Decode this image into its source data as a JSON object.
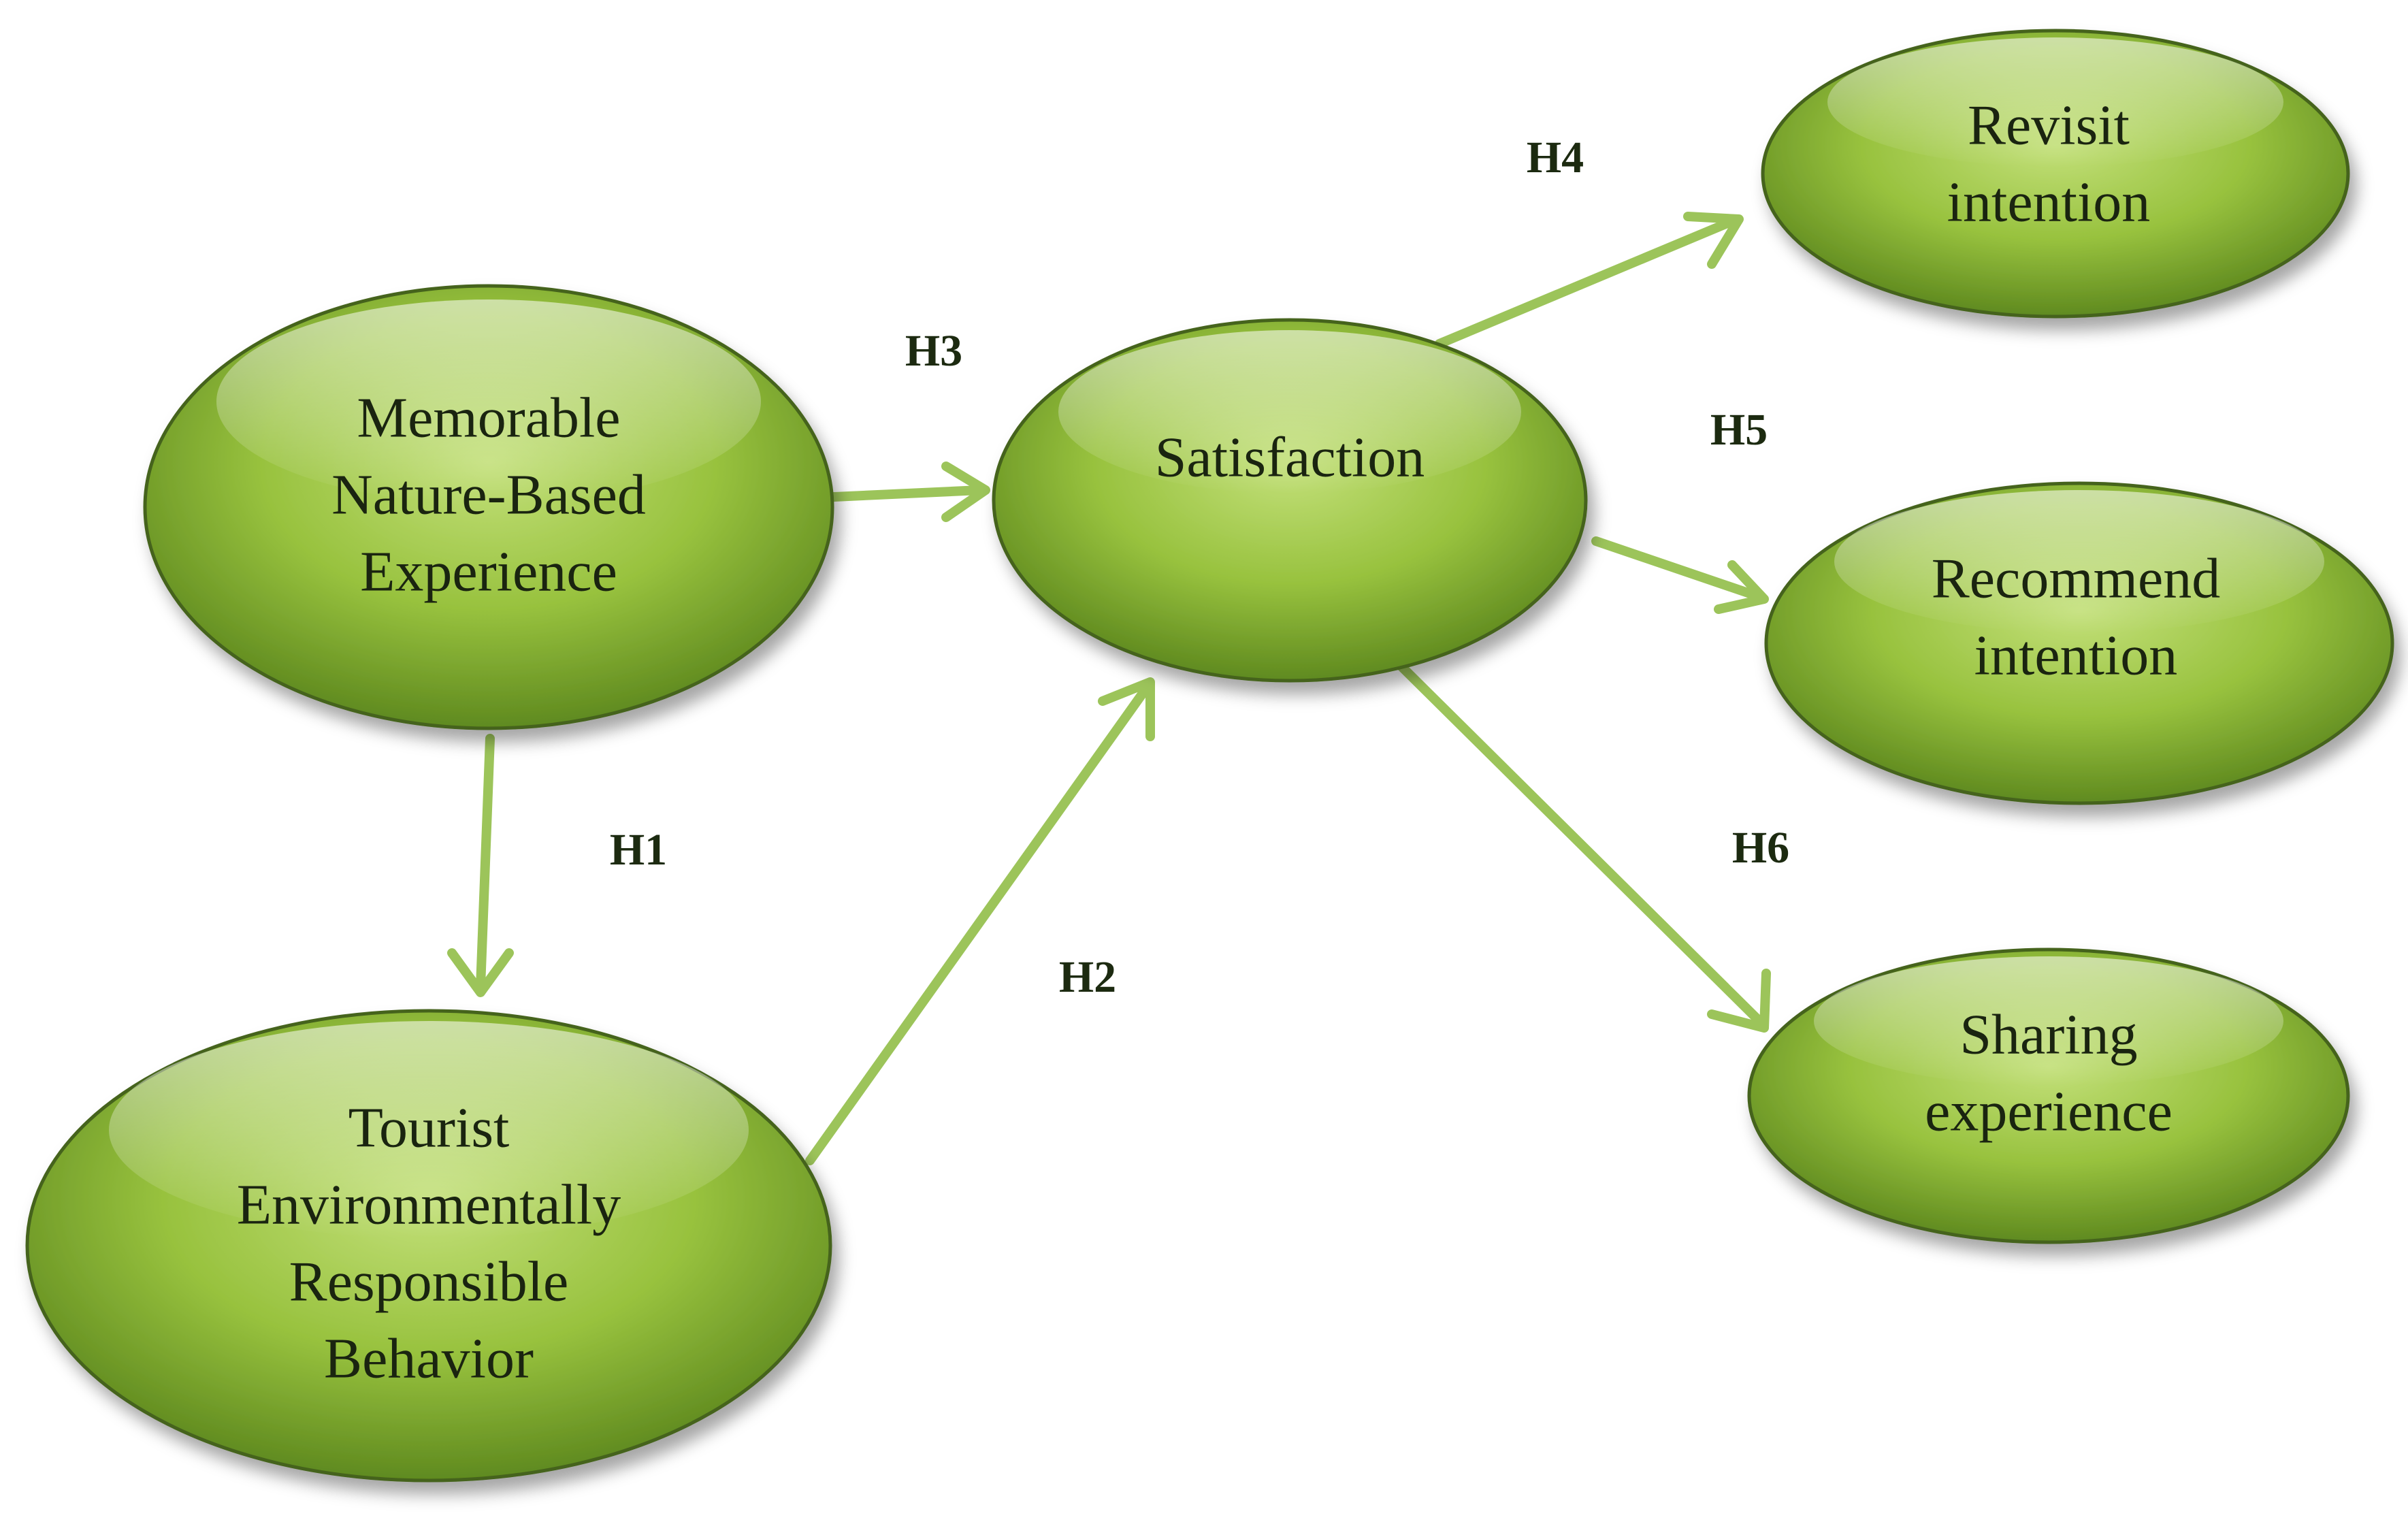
{
  "colors": {
    "node_fill_light": "#c3e07a",
    "node_fill_mid": "#98c23e",
    "node_fill_dark": "#5f8a1f",
    "node_border": "#45631c",
    "arrow": "#9cc45a",
    "text": "#1a2410"
  },
  "nodes": {
    "memorable": {
      "lines": [
        "Memorable",
        "Nature-Based",
        "Experience"
      ]
    },
    "tourist": {
      "lines": [
        "Tourist",
        "Environmentally",
        "Responsible",
        "Behavior"
      ]
    },
    "satisfaction": {
      "lines": [
        "Satisfaction"
      ]
    },
    "revisit": {
      "lines": [
        "Revisit",
        "intention"
      ]
    },
    "recommend": {
      "lines": [
        "Recommend",
        "intention"
      ]
    },
    "sharing": {
      "lines": [
        "Sharing",
        "experience"
      ]
    }
  },
  "hypotheses": {
    "h1": "H1",
    "h2": "H2",
    "h3": "H3",
    "h4": "H4",
    "h5": "H5",
    "h6": "H6"
  }
}
